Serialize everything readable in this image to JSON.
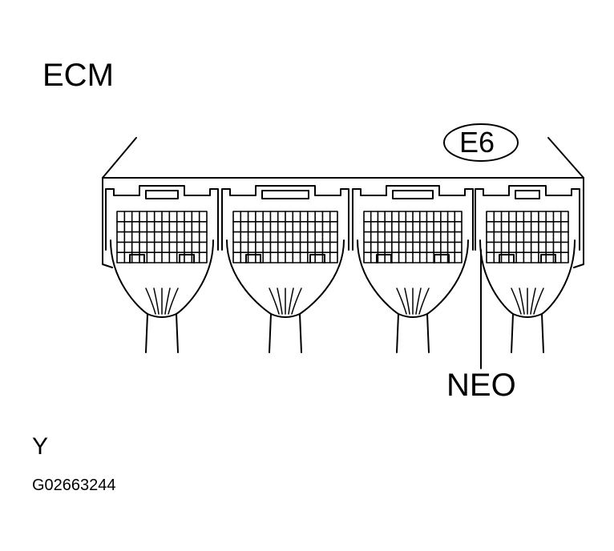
{
  "figure": {
    "component_label": "ECM",
    "connector_label": "E6",
    "pin_label": "NEO",
    "color_code": "Y",
    "figure_id": "G02663244"
  },
  "colors": {
    "line": "#000000",
    "background": "#ffffff"
  },
  "connectors": [
    {
      "name": "connector-1",
      "id_shown": false
    },
    {
      "name": "connector-2",
      "id_shown": false
    },
    {
      "name": "connector-3",
      "id_shown": false
    },
    {
      "name": "connector-4",
      "id_shown": true
    }
  ]
}
